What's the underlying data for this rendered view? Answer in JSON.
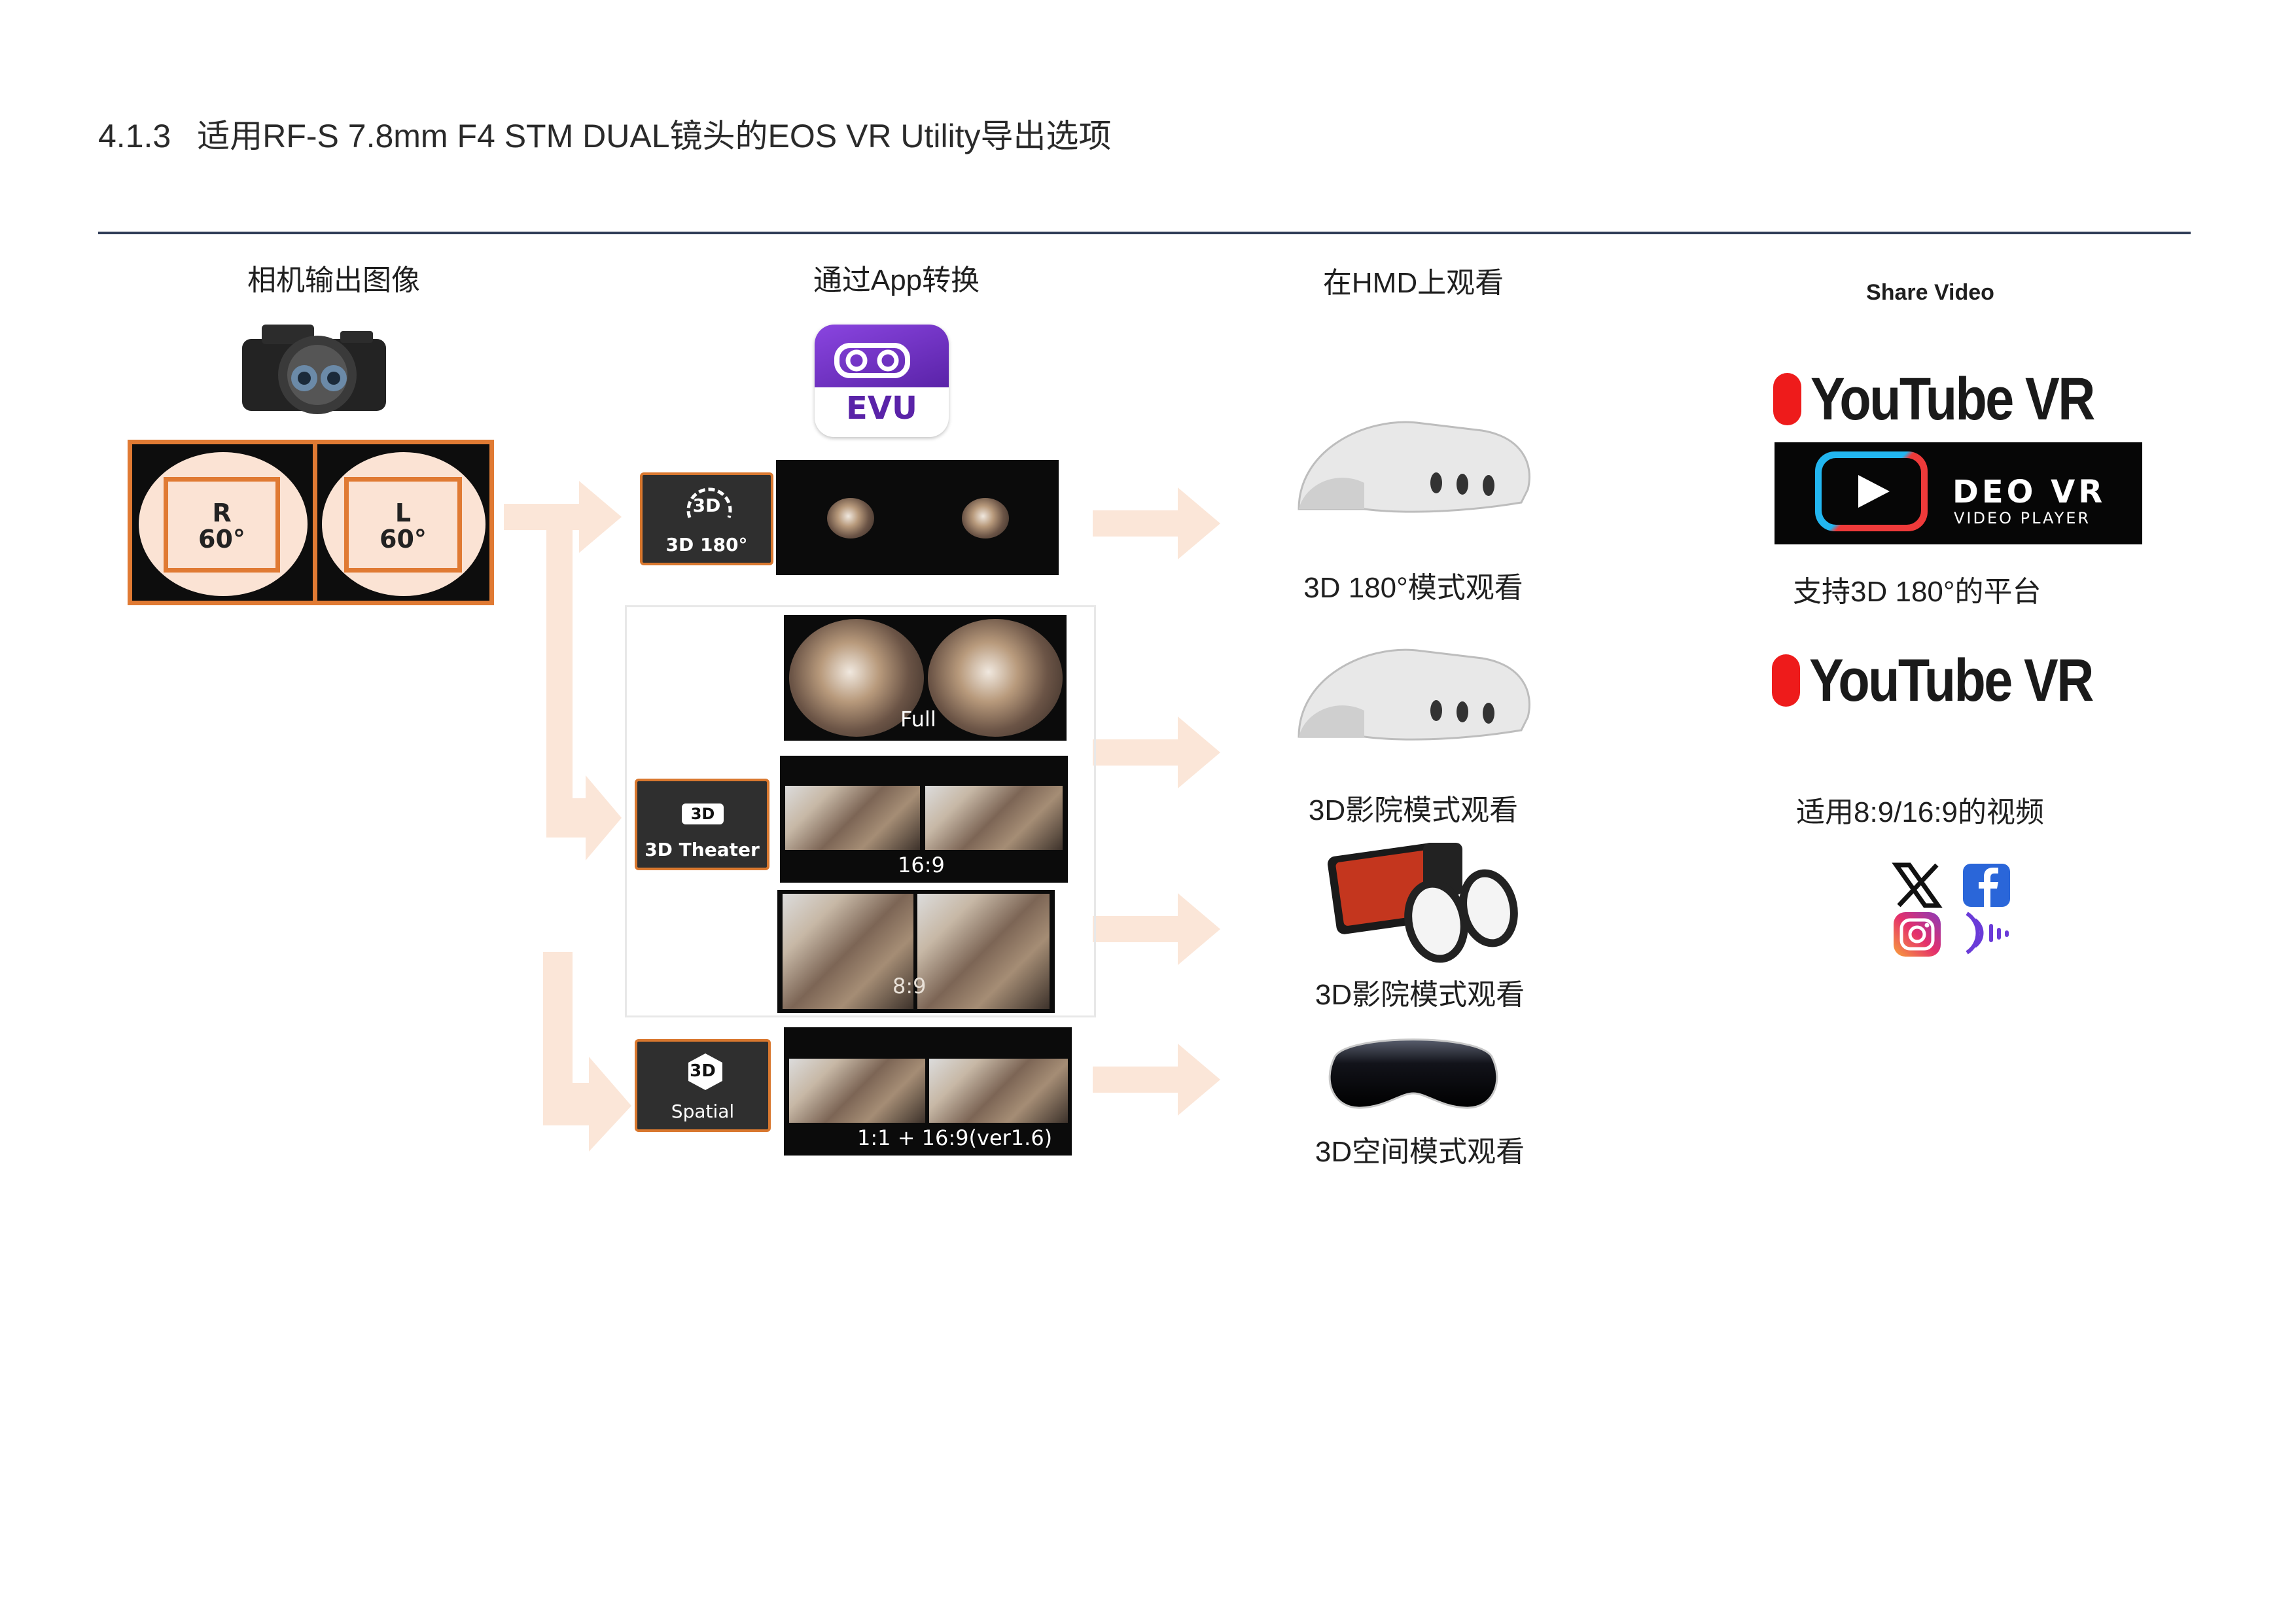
{
  "section": {
    "number": "4.1.3",
    "title": "适用RF-S 7.8mm F4 STM DUAL镜头的EOS VR Utility导出选项"
  },
  "columns": {
    "camera": "相机输出图像",
    "app": "通过App转换",
    "hmd": "在HMD上观看",
    "share": "Share Video"
  },
  "camera_output": {
    "right": {
      "letter": "R",
      "angle": "60°"
    },
    "left": {
      "letter": "L",
      "angle": "60°"
    }
  },
  "app_icon": {
    "label": "EVU"
  },
  "modes": {
    "vr180": {
      "badge": "3D",
      "label": "3D 180°"
    },
    "theater": {
      "badge": "3D",
      "label": "3D Theater"
    },
    "spatial": {
      "badge": "3D",
      "label": "Spatial"
    }
  },
  "previews": {
    "full": "Full",
    "wide": "16:9",
    "square": "8:9",
    "spatial": "1:1 + 16:9(ver1.6)"
  },
  "hmd_captions": {
    "vr180": "3D 180°模式观看",
    "theater1": "3D影院模式观看",
    "theater2": "3D影院模式观看",
    "spatial": "3D空间模式观看"
  },
  "share": {
    "youtube_vr": "YouTube VR",
    "deo_title": "DEO VR",
    "deo_sub": "VIDEO PLAYER",
    "vr180_platforms": "支持3D 180°的平台",
    "youtube_vr_2": "YouTube VR",
    "flat_platforms": "适用8:9/16:9的视频"
  },
  "colors": {
    "accent_orange": "#e07a33",
    "arrow_peach": "#fbe6d8",
    "rule_navy": "#2f3c57",
    "evu_purple": "#6a2fb8",
    "youtube_red": "#ee1b1b"
  },
  "icons": [
    "camera-icon",
    "evu-app-icon",
    "quest-headset-icon",
    "phone-viewer-icon",
    "vision-pro-icon",
    "x-icon",
    "facebook-icon",
    "instagram-icon",
    "threads-audio-icon"
  ]
}
